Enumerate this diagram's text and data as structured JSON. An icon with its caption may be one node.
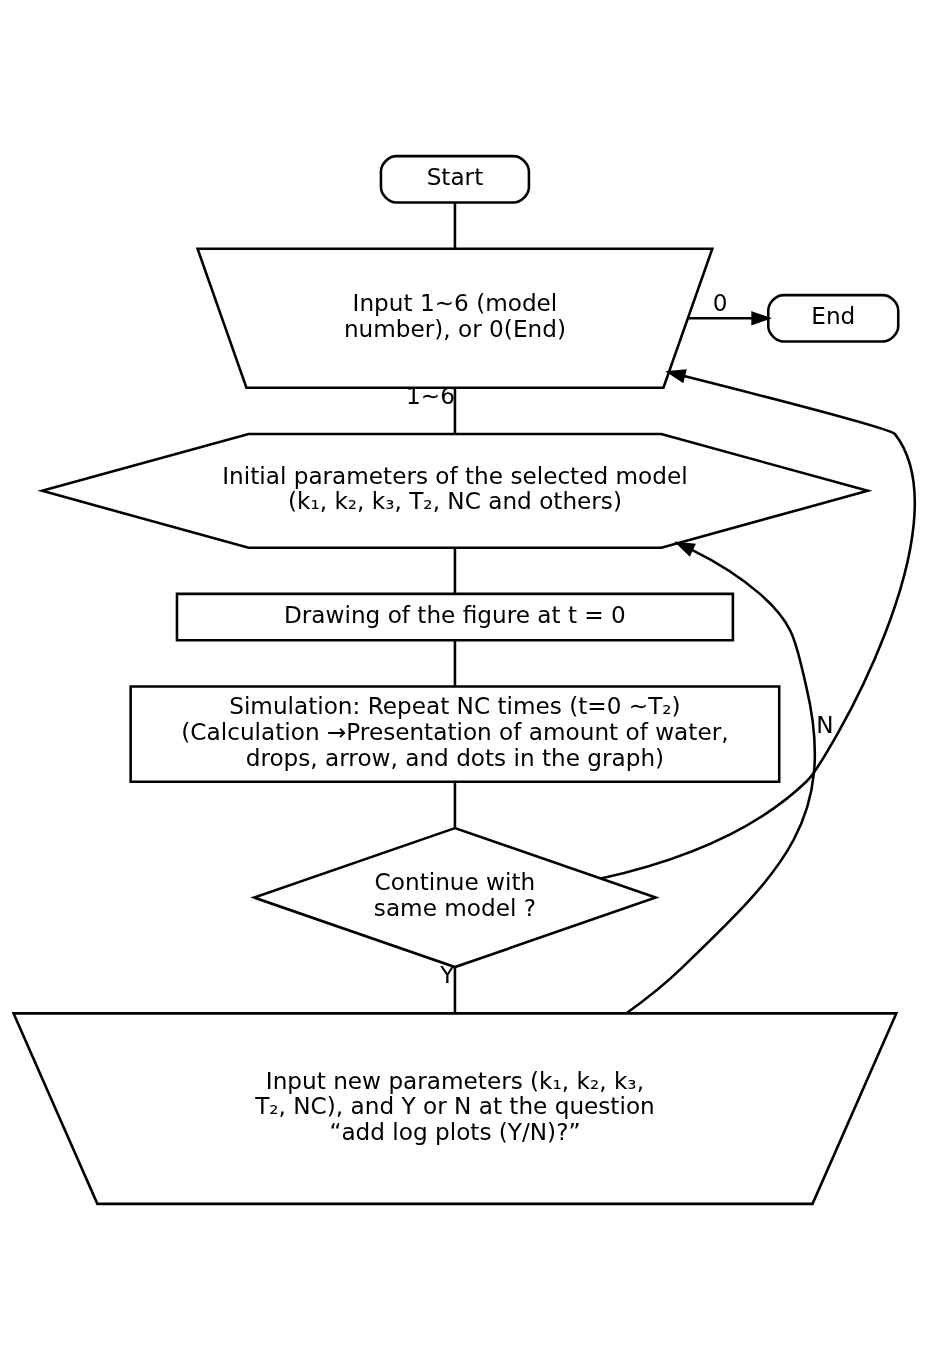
{
  "diagram": {
    "nodes": [
      {
        "text": [
          "Start"
        ]
      },
      {
        "text": [
          "Input 1∼6 (model number), or 0(End)"
        ]
      },
      {
        "text": [
          "End"
        ]
      },
      {
        "text": [
          "Initial parameters of the selected model (k₁, k₂, k₃, T₂, NC and others)"
        ]
      },
      {
        "text": [
          "Drawing of the figure at t = 0"
        ]
      },
      {
        "text": [
          "Simulation: Repeat NC times (t=0 ∼T₂) (Calculation →Presentation of amount of water, drops, arrow, and dots in the graph)"
        ]
      },
      {
        "text": [
          "Continue with same model ?"
        ]
      },
      {
        "text": [
          "Input new parameters (k₁, k₂, k₃, T₂, NC), and Y or N at the question “add log plots (Y/N)?”"
        ]
      }
    ],
    "edges": [
      {
        "from": 0,
        "to": 1,
        "arrow": "none"
      },
      {
        "from": 1,
        "to": 2,
        "arrow": "to",
        "label": "0"
      },
      {
        "from": 1,
        "to": 3,
        "arrow": "none",
        "label": "1∼6"
      },
      {
        "from": 3,
        "to": 4,
        "arrow": "none"
      },
      {
        "from": 4,
        "to": 5,
        "arrow": "none"
      },
      {
        "from": 5,
        "to": 6,
        "arrow": "none"
      },
      {
        "from": 6,
        "to": 7,
        "arrow": "none",
        "label": "Y"
      },
      {
        "from": 7,
        "to": 3,
        "arrow": "to"
      },
      {
        "from": 6,
        "to": 1,
        "arrow": "to",
        "label": "N"
      }
    ]
  }
}
